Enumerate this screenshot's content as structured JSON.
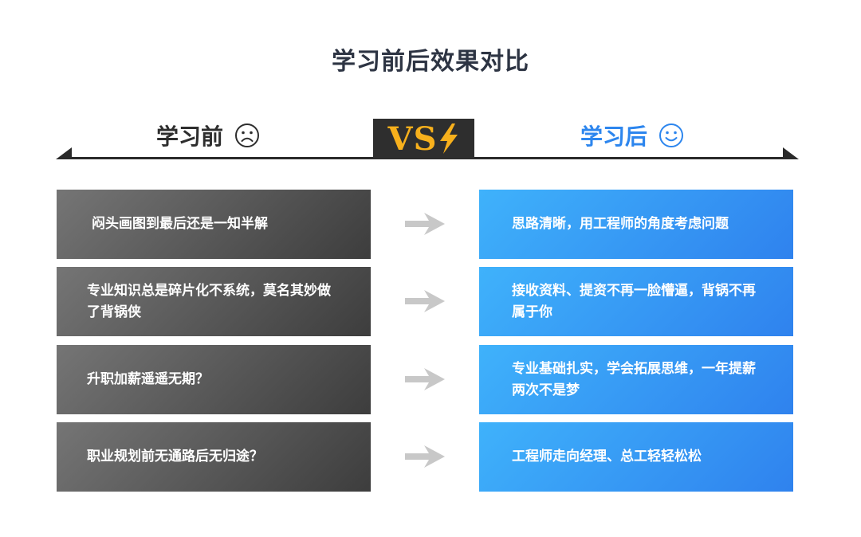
{
  "title": "学习前后效果对比",
  "header": {
    "before_label": "学习前",
    "before_icon": "sad-face-icon",
    "after_label": "学习后",
    "after_icon": "smile-face-icon",
    "vs_label": "VS",
    "vs_icon": "lightning-bolt-icon"
  },
  "colors": {
    "title": "#2d3443",
    "dark": "#2e2e2e",
    "accent_blue": "#2d86ee",
    "vs_gold": "#f7b01c",
    "arrow_gray": "#c8c8c8"
  },
  "rows": [
    {
      "before": "闷头画图到最后还是一知半解",
      "after": "思路清晰，用工程师的角度考虑问题"
    },
    {
      "before": "专业知识总是碎片化不系统，莫名其妙做了背锅侠",
      "after": "接收资料、提资不再一脸懵逼，背锅不再属于你"
    },
    {
      "before": "升职加薪遥遥无期？",
      "after": "专业基础扎实，学会拓展思维，一年提薪两次不是梦"
    },
    {
      "before": "职业规划前无通路后无归途？",
      "after": "工程师走向经理、总工轻轻松松"
    }
  ]
}
